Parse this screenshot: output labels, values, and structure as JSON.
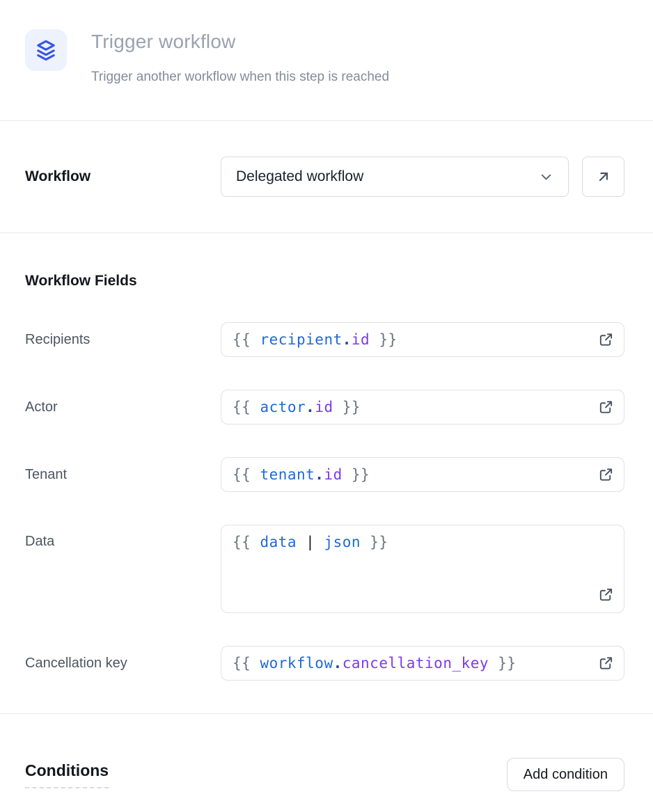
{
  "header": {
    "title": "Trigger workflow",
    "subtitle": "Trigger another workflow when this step is reached",
    "icon": "layers-icon"
  },
  "workflow_row": {
    "label": "Workflow",
    "selected_option": "Delegated workflow",
    "open_button_icon": "arrow-up-right-icon"
  },
  "fields_section": {
    "heading": "Workflow Fields",
    "fields": [
      {
        "label": "Recipients",
        "value": "{{ recipient.id }}",
        "multiline": false,
        "tokens": [
          {
            "text": "{{ ",
            "type": "brace"
          },
          {
            "text": "recipient",
            "type": "var"
          },
          {
            "text": ".",
            "type": "dot"
          },
          {
            "text": "id",
            "type": "prop"
          },
          {
            "text": " }}",
            "type": "brace"
          }
        ]
      },
      {
        "label": "Actor",
        "value": "{{ actor.id }}",
        "multiline": false,
        "tokens": [
          {
            "text": "{{ ",
            "type": "brace"
          },
          {
            "text": "actor",
            "type": "var"
          },
          {
            "text": ".",
            "type": "dot"
          },
          {
            "text": "id",
            "type": "prop"
          },
          {
            "text": " }}",
            "type": "brace"
          }
        ]
      },
      {
        "label": "Tenant",
        "value": "{{ tenant.id }}",
        "multiline": false,
        "tokens": [
          {
            "text": "{{ ",
            "type": "brace"
          },
          {
            "text": "tenant",
            "type": "var"
          },
          {
            "text": ".",
            "type": "dot"
          },
          {
            "text": "id",
            "type": "prop"
          },
          {
            "text": " }}",
            "type": "brace"
          }
        ]
      },
      {
        "label": "Data",
        "value": "{{ data | json }}",
        "multiline": true,
        "tokens": [
          {
            "text": "{{ ",
            "type": "brace"
          },
          {
            "text": "data",
            "type": "var"
          },
          {
            "text": " ",
            "type": "plain"
          },
          {
            "text": "|",
            "type": "pipe"
          },
          {
            "text": " ",
            "type": "plain"
          },
          {
            "text": "json",
            "type": "var"
          },
          {
            "text": " }}",
            "type": "brace"
          }
        ]
      },
      {
        "label": "Cancellation key",
        "value": "{{ workflow.cancellation_key }}",
        "multiline": false,
        "tokens": [
          {
            "text": "{{ ",
            "type": "brace"
          },
          {
            "text": "workflow",
            "type": "var"
          },
          {
            "text": ".",
            "type": "dot"
          },
          {
            "text": "cancellation_key",
            "type": "prop"
          },
          {
            "text": " }}",
            "type": "brace"
          }
        ]
      }
    ]
  },
  "conditions": {
    "heading": "Conditions",
    "add_button_label": "Add condition"
  },
  "colors": {
    "icon_blue": "#3757e0",
    "icon_background": "#eef2ff",
    "code_blue": "#1d6ad8",
    "code_purple": "#7c3aed",
    "code_gray": "#6b7280",
    "title_gray": "#9aa2af",
    "border_gray": "#d8dbe0"
  }
}
